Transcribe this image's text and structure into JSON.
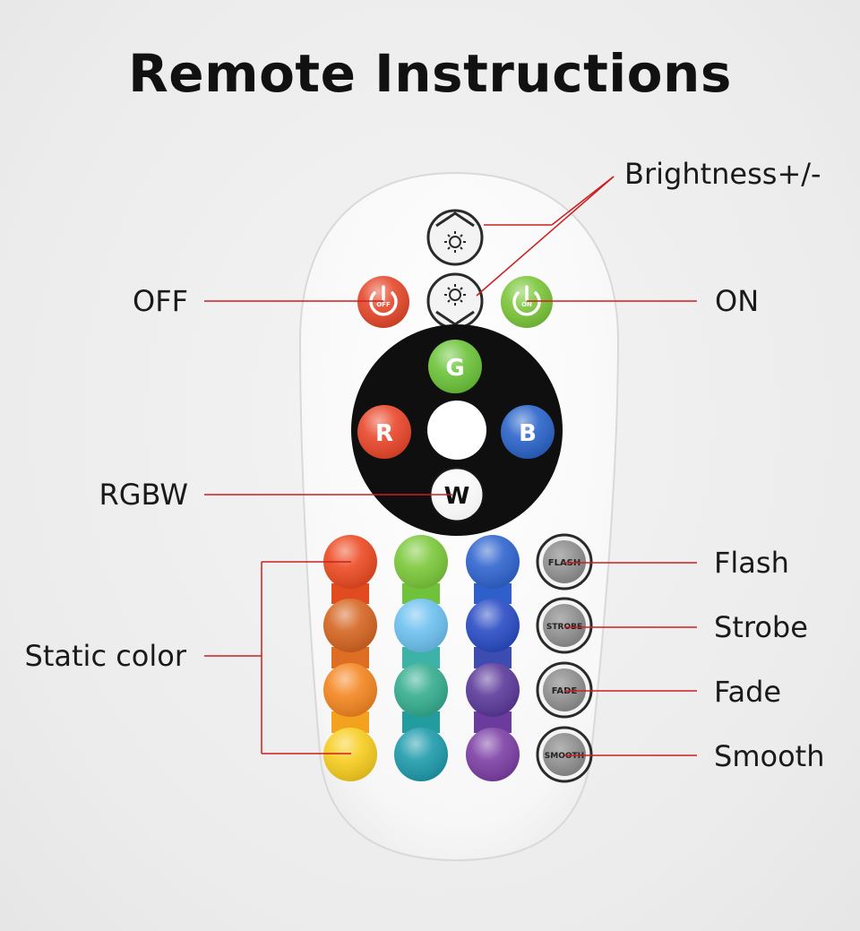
{
  "title": "Remote Instructions",
  "callouts": {
    "brightness": "Brightness+/-",
    "off": "OFF",
    "on": "ON",
    "rgbw": "RGBW",
    "static_color": "Static color",
    "flash": "Flash",
    "strobe": "Strobe",
    "fade": "Fade",
    "smooth": "Smooth"
  },
  "remote": {
    "power_off_label": "OFF",
    "power_on_label": "ON",
    "g_label": "G",
    "r_label": "R",
    "b_label": "B",
    "w_label": "W",
    "mode_buttons": [
      "FLASH",
      "STROBE",
      "FADE",
      "SMOOTH"
    ],
    "colors": {
      "off": "#e5482b",
      "on": "#7bc63a",
      "green": "#6cc43a",
      "red": "#e9472a",
      "blue": "#2b64c9",
      "wheel": "#0f0f0f",
      "leader": "#cc1f1f"
    },
    "static_grid": [
      [
        "#ec4a22",
        "#7cc83b",
        "#2f64cf"
      ],
      [
        "#d56521",
        "#6dc1f0",
        "#2a4cc4"
      ],
      [
        "#f48621",
        "#35ad8f",
        "#5b3a9a"
      ],
      [
        "#f7cd1f",
        "#1f9bab",
        "#7c3fa5"
      ]
    ],
    "bars": [
      [
        "#e24a1f",
        "#6fc23a",
        "#2f5fcb"
      ],
      [
        "#dd6e24",
        "#3db2a6",
        "#3d4cb0"
      ],
      [
        "#f2a21f",
        "#239ca0",
        "#6b3c9e"
      ]
    ]
  }
}
